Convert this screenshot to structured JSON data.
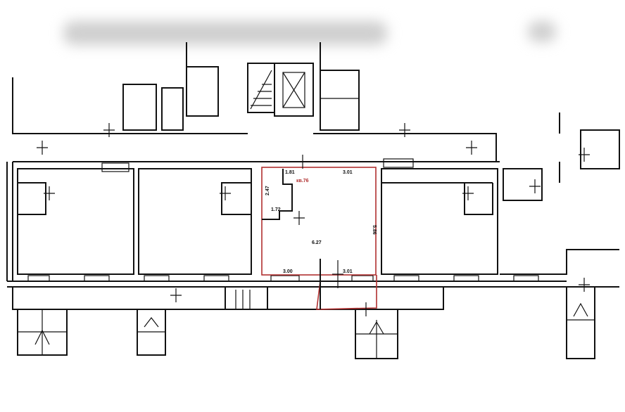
{
  "plan": {
    "unit_label": "кв.76",
    "dimensions": {
      "top_left": "1.81",
      "top_right": "3.01",
      "left_height": "2.47",
      "niche_width": "1.72",
      "room_depth": "6.27",
      "right_height": "5.86",
      "bottom_left": "3.00",
      "bottom_right": "3.01"
    },
    "colors": {
      "highlight": "#b03030",
      "walls": "#111111"
    }
  }
}
